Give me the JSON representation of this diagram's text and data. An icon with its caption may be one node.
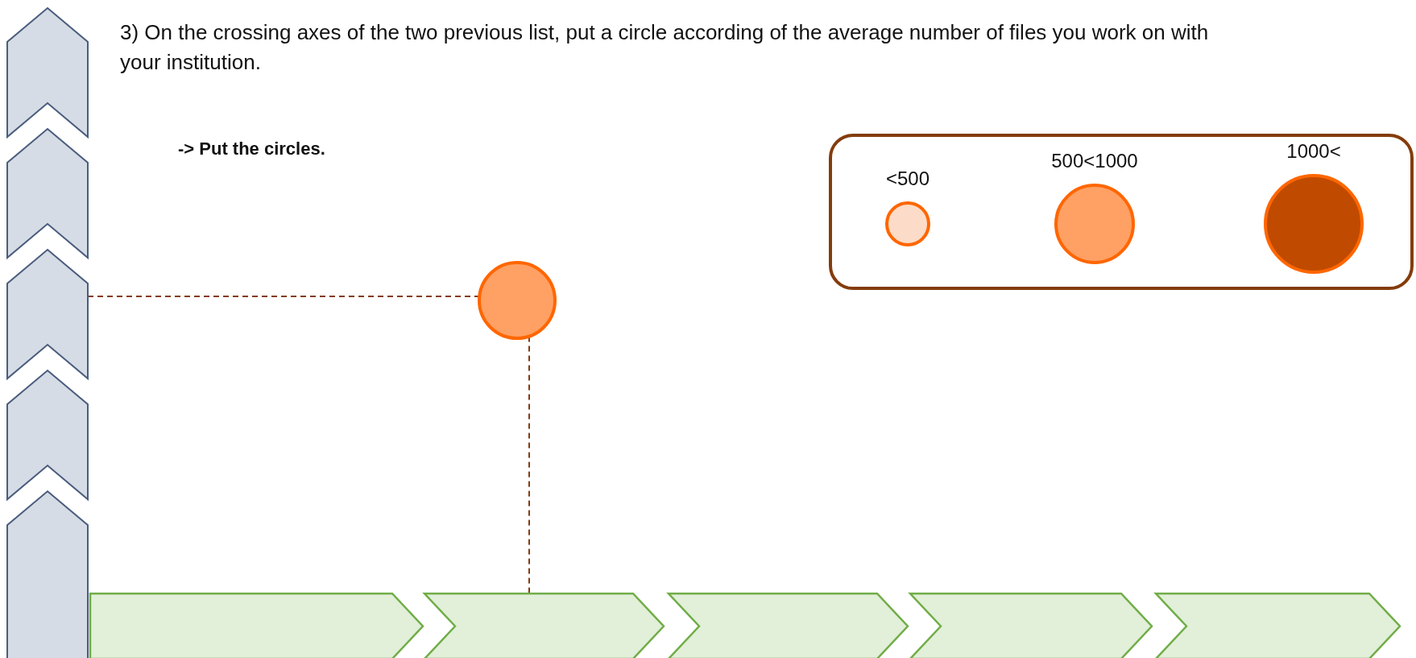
{
  "diagram": {
    "title": "3) On the crossing axes of the two previous list, put a circle according of the average number of files you work on with your institution.",
    "nodes": [
      {
        "text": [],
        "shape": "chevron"
      },
      {
        "text": [],
        "shape": "chevron"
      },
      {
        "text": [],
        "shape": "chevron"
      },
      {
        "text": [],
        "shape": "chevron"
      },
      {
        "text": [],
        "shape": "chevron"
      },
      {
        "text": [],
        "shape": "circle"
      },
      {
        "text": [],
        "shape": "chevron"
      },
      {
        "text": [],
        "shape": "chevron"
      },
      {
        "text": [],
        "shape": "chevron"
      },
      {
        "text": [],
        "shape": "chevron"
      },
      {
        "text": [],
        "shape": "chevron"
      }
    ],
    "edges": [
      {
        "from": 2,
        "to": 5,
        "arrow": "none",
        "style": "dashed"
      },
      {
        "from": 5,
        "to": 7,
        "arrow": "none",
        "style": "dashed"
      }
    ],
    "labels": [
      "-> Put the circles."
    ],
    "legend": [
      {
        "text": "<500",
        "color": "#fcdcc8"
      },
      {
        "text": "500<1000",
        "color": "#ffa064"
      },
      {
        "text": "1000<",
        "color": "#c04b00"
      }
    ]
  }
}
